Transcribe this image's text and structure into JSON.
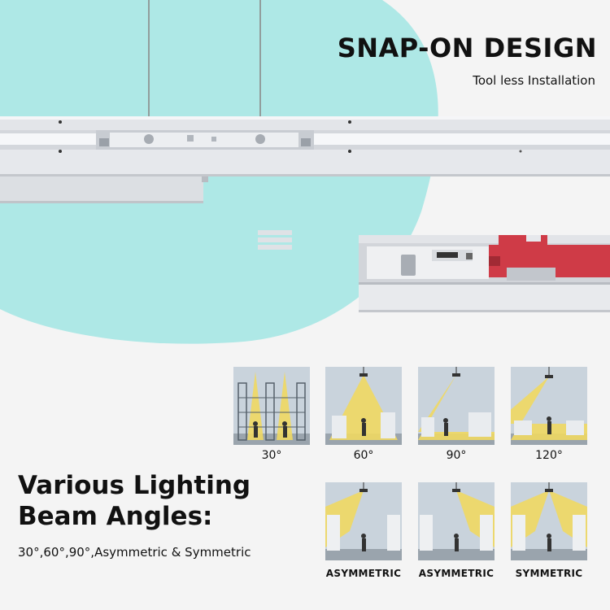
{
  "hero": {
    "title": "SNAP-ON DESIGN",
    "subtitle": "Tool less Installation"
  },
  "colors": {
    "accent_blob": "#aee8e6",
    "connector_red": "#cf3b47",
    "aluminium": "#e2e4e8",
    "lit_yellow": "#f0d862",
    "tile_bg": "#c9d3dc"
  },
  "beam_section": {
    "title_line1": "Various Lighting",
    "title_line2": "Beam Angles:",
    "subtitle": "30°,60°,90°,Asymmetric & Symmetric"
  },
  "tiles": [
    {
      "label": "30°"
    },
    {
      "label": "60°"
    },
    {
      "label": "90°"
    },
    {
      "label": "120°"
    },
    {
      "label": "ASYMMETRIC"
    },
    {
      "label": "ASYMMETRIC"
    },
    {
      "label": "SYMMETRIC"
    }
  ],
  "icons": [
    "equals-icon"
  ]
}
